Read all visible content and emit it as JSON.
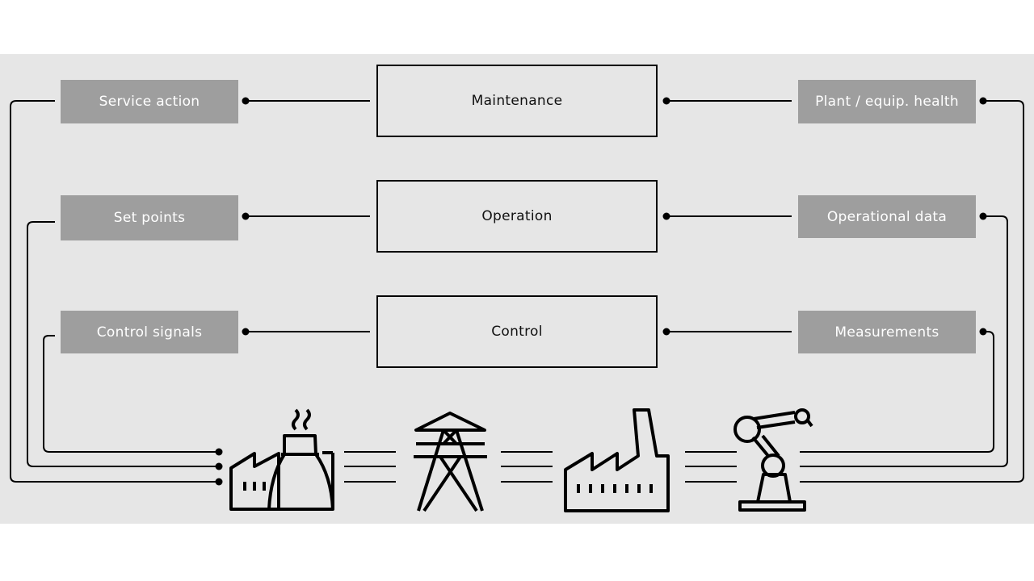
{
  "diagram": {
    "left_labels": [
      "Service action",
      "Set points",
      "Control signals"
    ],
    "center_labels": [
      "Maintenance",
      "Operation",
      "Control"
    ],
    "right_labels": [
      "Plant / equip. health",
      "Operational data",
      "Measurements"
    ],
    "icons": [
      "power-plant-icon",
      "transmission-tower-icon",
      "factory-icon",
      "robot-arm-icon"
    ],
    "colors": {
      "background": "#e6e6e6",
      "label_box": "#9e9e9e",
      "label_text": "#ffffff",
      "line": "#000000"
    }
  }
}
